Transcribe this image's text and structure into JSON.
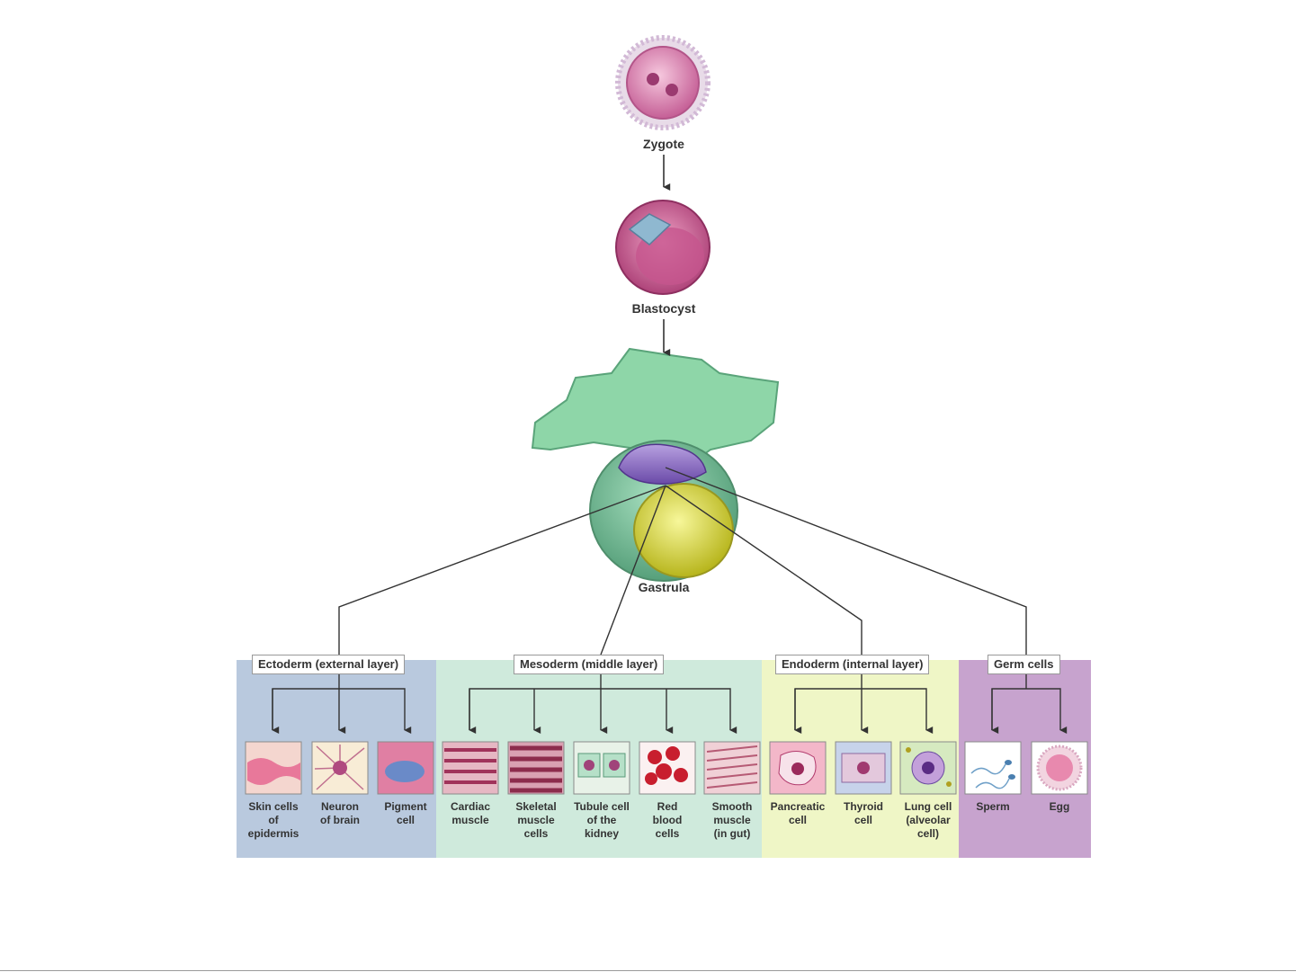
{
  "stages": {
    "zygote": "Zygote",
    "blastocyst": "Blastocyst",
    "gastrula": "Gastrula"
  },
  "layers": [
    {
      "title": "Ectoderm (external layer)",
      "color": "#b9c9de",
      "cells": [
        {
          "name": "skin-cells",
          "label": [
            "Skin cells",
            "of",
            "epidermis"
          ]
        },
        {
          "name": "neuron",
          "label": [
            "Neuron",
            "of brain"
          ]
        },
        {
          "name": "pigment-cell",
          "label": [
            "Pigment",
            "cell"
          ]
        }
      ]
    },
    {
      "title": "Mesoderm (middle layer)",
      "color": "#cfeadc",
      "cells": [
        {
          "name": "cardiac-muscle",
          "label": [
            "Cardiac",
            "muscle"
          ]
        },
        {
          "name": "skeletal-muscle",
          "label": [
            "Skeletal",
            "muscle",
            "cells"
          ]
        },
        {
          "name": "tubule-cell",
          "label": [
            "Tubule cell",
            "of the",
            "kidney"
          ]
        },
        {
          "name": "red-blood-cells",
          "label": [
            "Red",
            "blood",
            "cells"
          ]
        },
        {
          "name": "smooth-muscle",
          "label": [
            "Smooth",
            "muscle",
            "(in gut)"
          ]
        }
      ]
    },
    {
      "title": "Endoderm (internal layer)",
      "color": "#eff6c6",
      "cells": [
        {
          "name": "pancreatic-cell",
          "label": [
            "Pancreatic",
            "cell"
          ]
        },
        {
          "name": "thyroid-cell",
          "label": [
            "Thyroid",
            "cell"
          ]
        },
        {
          "name": "lung-cell",
          "label": [
            "Lung cell",
            "(alveolar",
            "cell)"
          ]
        }
      ]
    },
    {
      "title": "Germ cells",
      "color": "#c7a3ce",
      "cells": [
        {
          "name": "sperm",
          "label": [
            "Sperm"
          ]
        },
        {
          "name": "egg",
          "label": [
            "Egg"
          ]
        }
      ]
    }
  ]
}
